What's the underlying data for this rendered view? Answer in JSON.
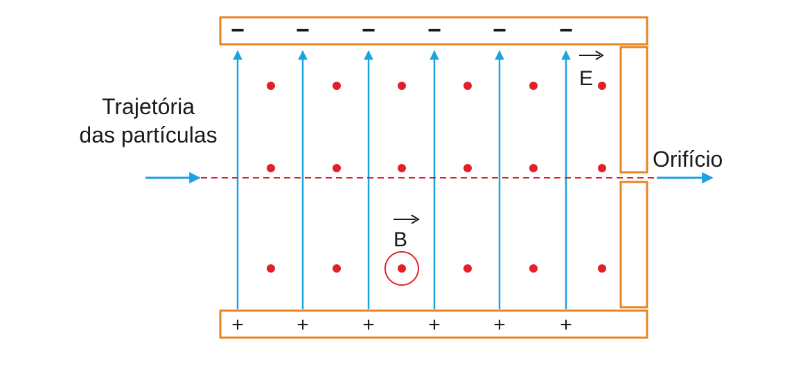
{
  "labels": {
    "trajectory_line1": "Trajetória",
    "trajectory_line2": "das partículas",
    "orifice": "Orifício",
    "field_e": "E",
    "field_b": "B"
  },
  "plates": {
    "top_signs": [
      "−",
      "−",
      "−",
      "−",
      "−",
      "−"
    ],
    "bottom_signs": [
      "+",
      "+",
      "+",
      "+",
      "+",
      "+"
    ]
  },
  "colors": {
    "plate": "#e8841f",
    "field_line": "#1aa3e0",
    "dot": "#e3202a",
    "trajectory": "#e3202a",
    "text": "#1a1a1a"
  }
}
